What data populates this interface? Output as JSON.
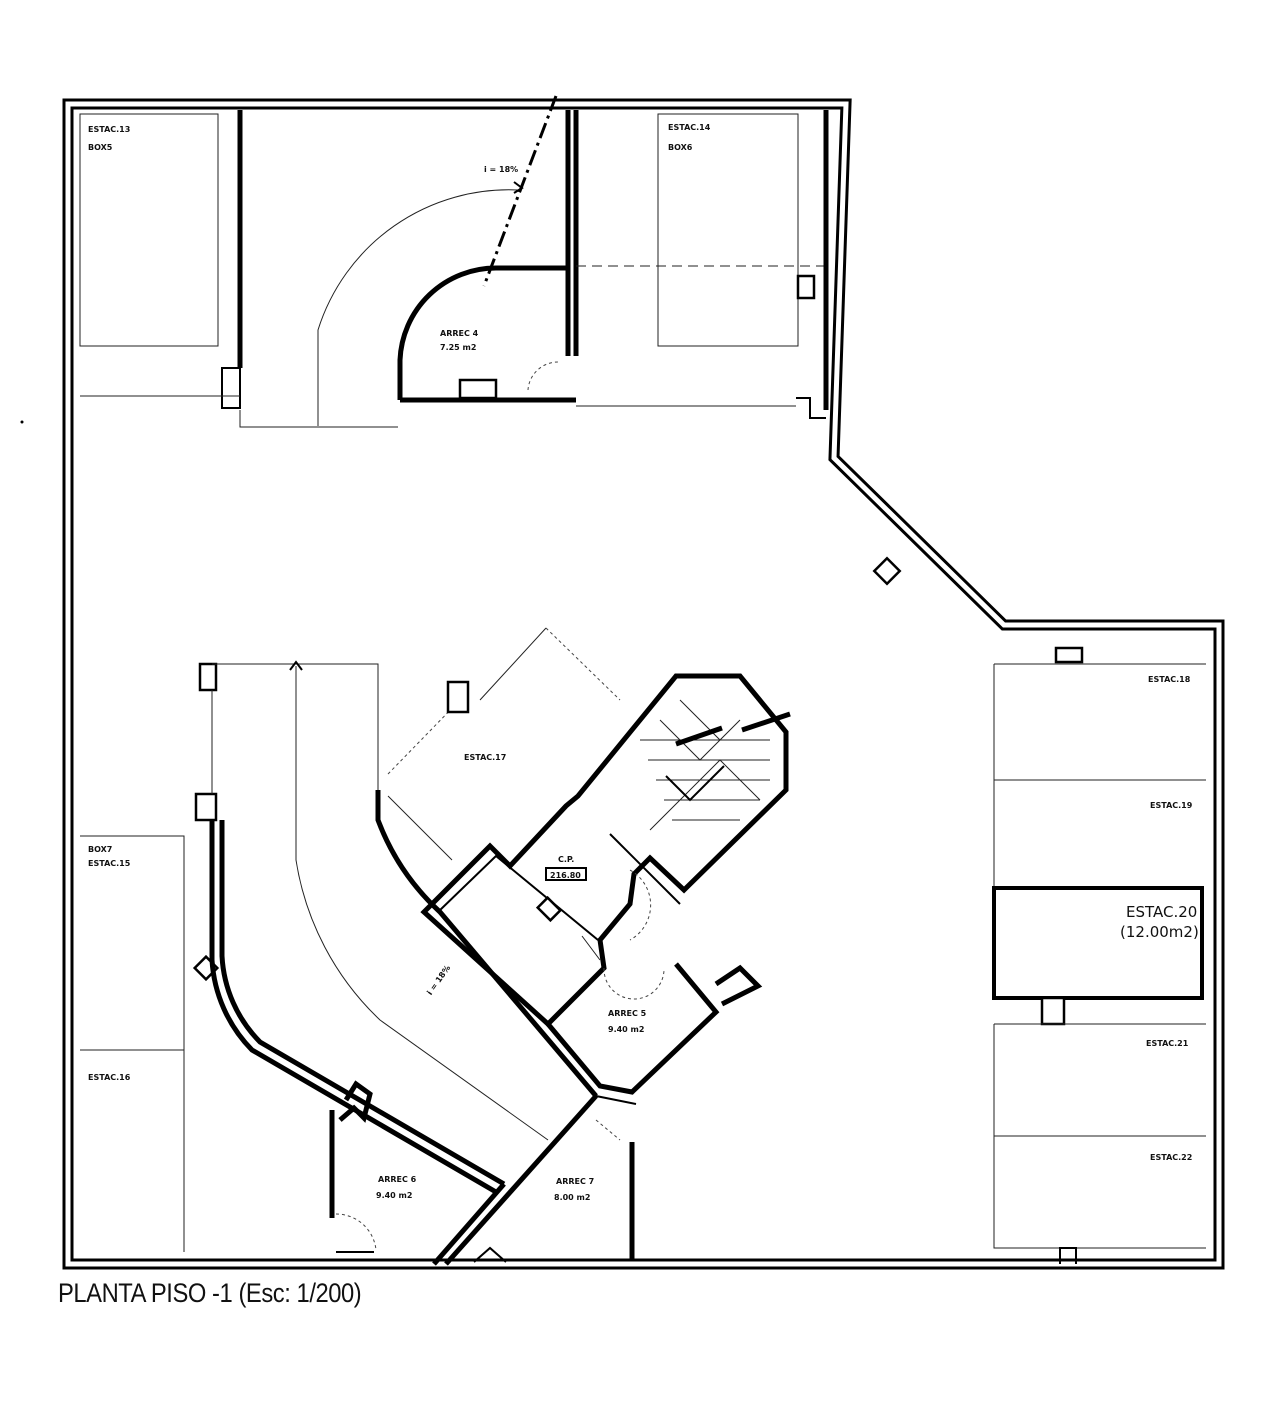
{
  "plan": {
    "caption": "PLANTA PISO -1  (Esc: 1/200)",
    "labels": {
      "estac13_top": "ESTAC.13",
      "box5": "BOX5",
      "estac14": "ESTAC.14",
      "box6": "BOX6",
      "ramp_top": "i = 18%",
      "arrec4_name": "ARREC 4",
      "arrec4_area": "7.25 m2",
      "estac17": "ESTAC.17",
      "cp_name": "C.P.",
      "cp_value": "216.80",
      "box7": "BOX7",
      "estac15": "ESTAC.15",
      "estac16": "ESTAC.16",
      "ramp_main": "i = 18%",
      "arrec5_name": "ARREC 5",
      "arrec5_area": "9.40 m2",
      "arrec6_name": "ARREC 6",
      "arrec6_area": "9.40 m2",
      "arrec7_name": "ARREC 7",
      "arrec7_area": "8.00 m2",
      "estac18": "ESTAC.18",
      "estac19": "ESTAC.19",
      "estac20_name": "ESTAC.20",
      "estac20_area": "(12.00m2)",
      "estac21": "ESTAC.21",
      "estac22": "ESTAC.22"
    }
  }
}
